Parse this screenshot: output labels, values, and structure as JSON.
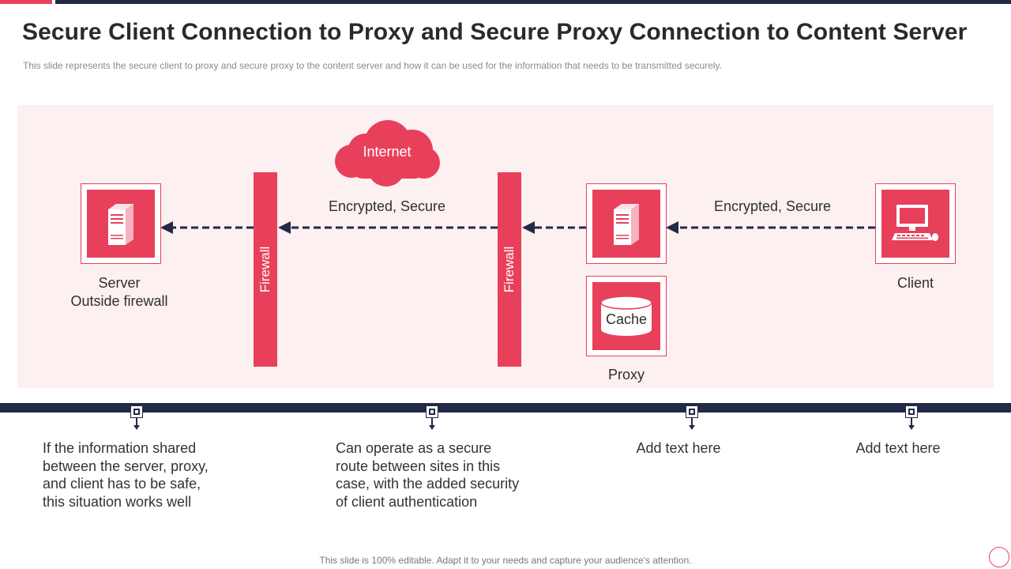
{
  "title": "Secure Client Connection to Proxy and Secure Proxy Connection to Content Server",
  "subtitle": "This slide represents the secure client to proxy and secure proxy to the content server  and how it can be used for the information that needs to be transmitted securely.",
  "diagram": {
    "cloud_label": "Internet",
    "firewall_label": "Firewall",
    "link_label_left": "Encrypted, Secure",
    "link_label_right": "Encrypted, Secure",
    "server_label_line1": "Server",
    "server_label_line2": "Outside firewall",
    "cache_label": "Cache",
    "proxy_label": "Proxy",
    "client_label": "Client"
  },
  "points": [
    {
      "lines": [
        "If the information shared",
        "between the server, proxy,",
        "and client has to be safe,",
        "this situation works well"
      ]
    },
    {
      "lines": [
        "Can operate as a secure",
        "route between sites in this",
        "case, with the added security",
        "of client authentication"
      ]
    },
    {
      "lines": [
        "Add text here"
      ]
    },
    {
      "lines": [
        "Add text here"
      ]
    }
  ],
  "footer": "This slide is 100% editable. Adapt it to your needs and capture your audience's attention.",
  "colors": {
    "accent": "#e8405a",
    "navy": "#232a47",
    "panel": "#fcf0f1"
  }
}
